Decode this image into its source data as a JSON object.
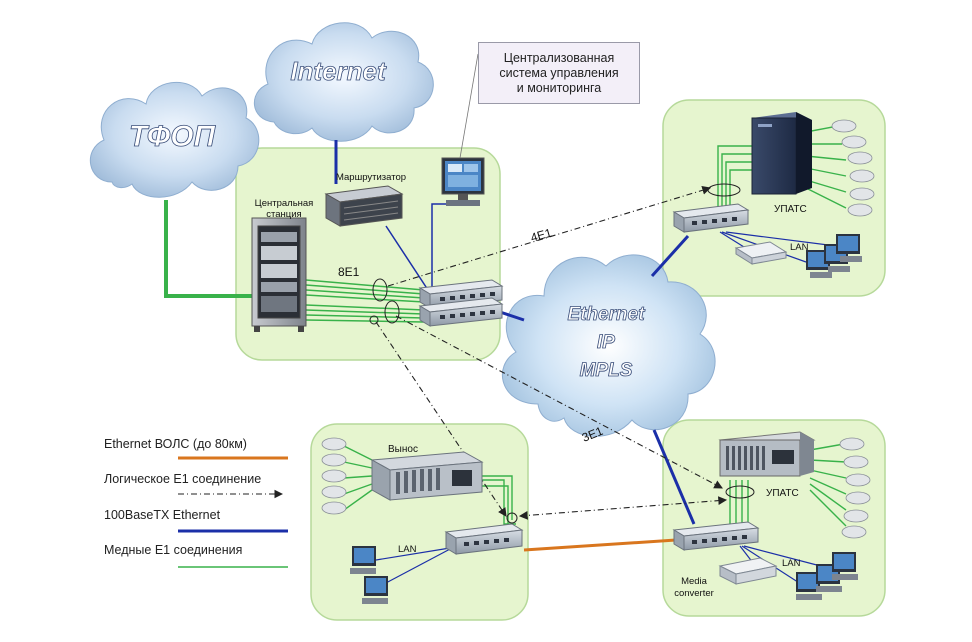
{
  "clouds": {
    "pstn": "ТФОП",
    "internet": "Internet",
    "core": [
      "Ethernet",
      "IP",
      "MPLS"
    ]
  },
  "management_box": {
    "lines": [
      "Централизованная",
      "система управления",
      "и мониторинга"
    ]
  },
  "labels": {
    "router": "Маршрутизатор",
    "central_station": [
      "Центральная",
      "станция"
    ],
    "e1_8": "8E1",
    "e1_4": "4E1",
    "e1_3": "3E1",
    "upats_top": "УПАТС",
    "upats_bottom": "УПАТС",
    "lan_top": "LAN",
    "lan_bottom_left": "LAN",
    "lan_bottom_right": "LAN",
    "remote": "Вынос",
    "media_converter": [
      "Media",
      "converter"
    ]
  },
  "legend": [
    {
      "label": "Ethernet ВОЛС (до 80км)",
      "style": "orange-solid"
    },
    {
      "label": "Логическое Е1 соединение",
      "style": "dash-dot-arrow"
    },
    {
      "label": "100BaseTX Ethernet",
      "style": "blue-solid"
    },
    {
      "label": "Медные Е1 соединения",
      "style": "green-solid"
    }
  ],
  "colors": {
    "site_fill": "#e6f5cf",
    "copper_e1": "#39b24a",
    "ethernet": "#1b2fa8",
    "fiber": "#d9761e",
    "cloud": "#bcd6ee"
  }
}
